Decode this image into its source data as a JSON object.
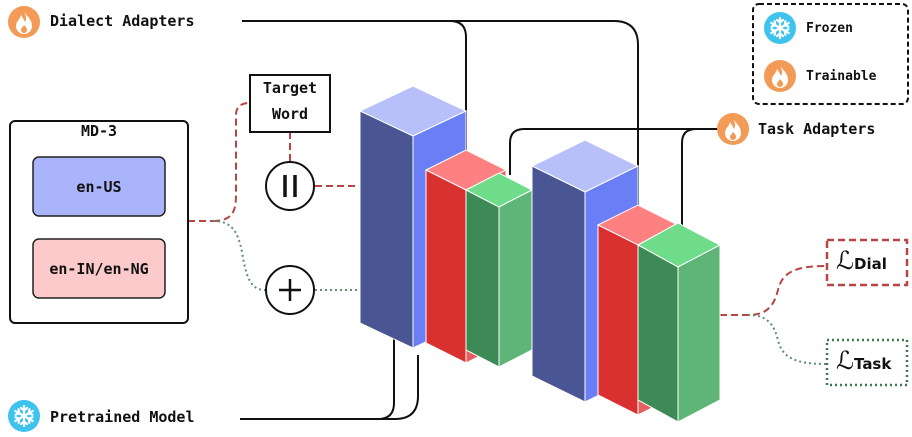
{
  "labels": {
    "dialect_adapters": "Dialect Adapters",
    "task_adapters": "Task Adapters",
    "pretrained_model": "Pretrained Model",
    "target_word_line1": "Target",
    "target_word_line2": "Word"
  },
  "dataset": {
    "title": "MD-3",
    "items": [
      "en-US",
      "en-IN/en-NG"
    ]
  },
  "legend": {
    "frozen": "Frozen",
    "trainable": "Trainable"
  },
  "losses": {
    "dial": {
      "symbol": "ℒ",
      "subscript": "Dial"
    },
    "task": {
      "symbol": "ℒ",
      "subscript": "Task"
    }
  },
  "operators": {
    "concat": "||",
    "add": "+"
  },
  "icons": {
    "frozen": "snowflake-icon",
    "trainable": "flame-icon"
  },
  "colors": {
    "frozen_icon": "#3ec3ee",
    "trainable_icon": "#f39a56",
    "pretrained_block": "#4a5593",
    "dialect_adapter": "#d93030",
    "task_adapter": "#3d8a56",
    "en_us": "#aab4fb",
    "en_in_ng": "#fccaca",
    "dial_line": "#b84444",
    "task_line": "#5c8f6f"
  }
}
